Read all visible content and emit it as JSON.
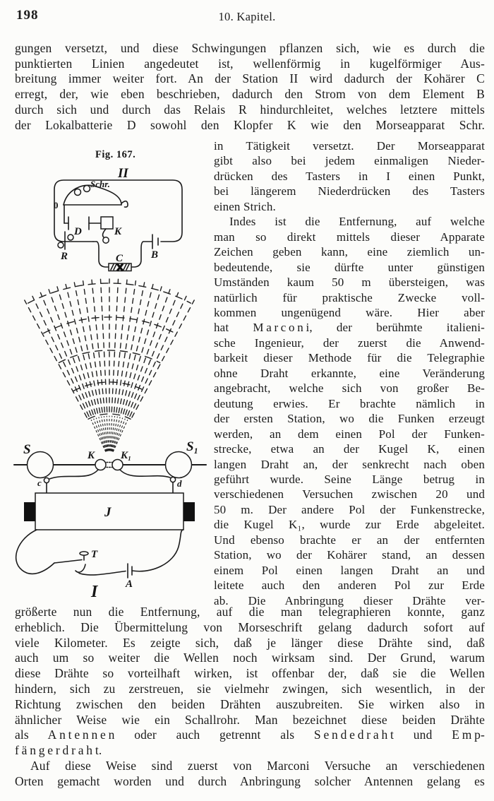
{
  "page": {
    "number": "198",
    "chapter_heading": "10. Kapitel."
  },
  "colors": {
    "paper": "#fcfcfa",
    "ink": "#1b1b1b"
  },
  "para1_lines": [
    "gungen versetzt, und diese Schwingungen pflanzen sich, wie es durch die",
    "punktierten Linien angedeutet ist, wellenförmig in kugelförmiger Aus-",
    "breitung immer weiter fort. An der Station II wird dadurch der Kohärer C",
    "erregt, der, wie eben beschrieben, dadurch den Strom von dem Element B",
    "durch sich und durch das Relais R hindurchleitet, welches letztere mittels",
    "der Lokalbatterie D sowohl den Klopfer K wie den Morseapparat Schr."
  ],
  "right_column_lines": [
    "in Tätigkeit versetzt. Der Morseapparat",
    "gibt also bei jedem einmaligen Nieder-",
    "drücken des Tasters in I einen Punkt,",
    "bei längerem Niederdrücken des Tasters",
    "einen Strich.",
    "Indes ist die Entfernung, auf welche",
    "man so direkt mittels dieser Apparate",
    "Zeichen geben kann, eine ziemlich un-",
    "bedeutende, sie dürfte unter günstigen",
    "Umständen kaum 50 m übersteigen, was",
    "natürlich für praktische Zwecke voll-",
    "kommen ungenügend wäre. Hier aber",
    "hat M a r c o n i, der berühmte italieni-",
    "sche Ingenieur, der zuerst die Anwend-",
    "barkeit dieser Methode für die Telegraphie",
    "ohne Draht erkannte, eine Veränderung",
    "angebracht, welche sich von großer Be-",
    "deutung erwies. Er brachte nämlich in",
    "der ersten Station, wo die Funken erzeugt",
    "werden, an dem einen Pol der Funken-",
    "strecke, etwa an der Kugel K, einen",
    "langen Draht an, der senkrecht nach oben",
    "geführt wurde. Seine Länge betrug in",
    "verschiedenen Versuchen zwischen 20 und",
    "50 m. Der andere Pol der Funkenstrecke,",
    "die Kugel K₁, wurde zur Erde abgeleitet.",
    "Und ebenso brachte er an der entfernten",
    "Station, wo der Kohärer stand, an dessen",
    "einem Pol einen langen Draht an und",
    "leitete auch den anderen Pol zur Erde",
    "ab. Die Anbringung dieser Drähte ver-"
  ],
  "bottom_lines": [
    "größerte nun die Entfernung, auf die man telegraphieren konnte, ganz",
    "erheblich. Die Übermittelung von Morseschrift gelang dadurch sofort auf",
    "viele Kilometer. Es zeigte sich, daß je länger diese Drähte sind, daß",
    "auch um so weiter die Wellen noch wirksam sind. Der Grund, warum",
    "diese Drähte so vorteilhaft wirken, ist offenbar der, daß sie die Wellen",
    "hindern, sich zu zerstreuen, sie vielmehr zwingen, sich wesentlich, in der",
    "Richtung zwischen den beiden Drähten auszubreiten. Sie wirken also in",
    "ähnlicher Weise wie ein Schallrohr. Man bezeichnet diese beiden Drähte",
    "als A n t e n n e n oder auch getrennt als S e n d e d r a h t und E m p-",
    "f ä n g e r d r a h t.",
    "Auf diese Weise sind zuerst von Marconi Versuche an verschiedenen",
    "Orten gemacht worden und durch Anbringung solcher Antennen gelang es"
  ],
  "figure": {
    "caption": "Fig. 167.",
    "labels": {
      "station_ii": "II",
      "schr": "Schr.",
      "zero": "0",
      "battery_d": "D",
      "klopfer_k": "K",
      "relay_r": "R",
      "coherer_c": "C",
      "battery_b": "B",
      "sphere_s": "S",
      "ball_k": "K",
      "ball_k1": "K₁",
      "sphere_s1": "S₁",
      "terminal_c": "c",
      "terminal_d": "d",
      "coil_j": "J",
      "taster_t": "T",
      "battery_a": "A",
      "station_i": "I"
    }
  }
}
